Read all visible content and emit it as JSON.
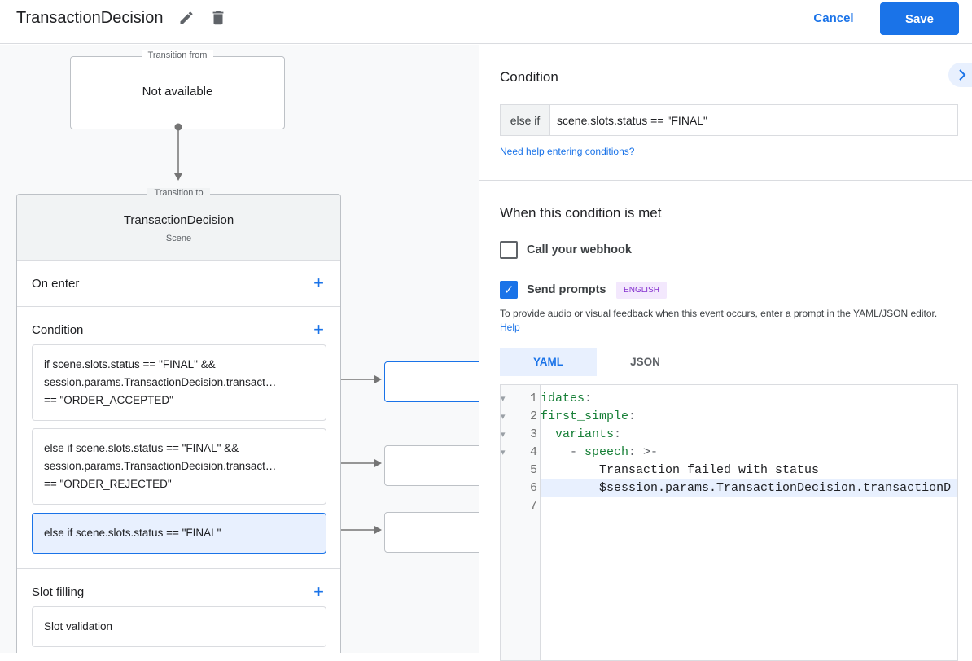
{
  "header": {
    "title": "TransactionDecision",
    "cancel_label": "Cancel",
    "save_label": "Save"
  },
  "canvas": {
    "from": {
      "legend": "Transition from",
      "value": "Not available"
    },
    "to": {
      "legend": "Transition to",
      "scene_name": "TransactionDecision",
      "scene_type": "Scene"
    },
    "on_enter": "On enter",
    "condition": "Condition",
    "conditions": [
      {
        "lines": [
          "if scene.slots.status == \"FINAL\" &&",
          "session.params.TransactionDecision.transact…",
          "== \"ORDER_ACCEPTED\""
        ]
      },
      {
        "lines": [
          "else if scene.slots.status == \"FINAL\" &&",
          "session.params.TransactionDecision.transact…",
          "== \"ORDER_REJECTED\""
        ]
      },
      {
        "lines": [
          "else if scene.slots.status == \"FINAL\""
        ]
      }
    ],
    "slot_filling": "Slot filling",
    "slot_validation": "Slot validation"
  },
  "panel": {
    "condition_title": "Condition",
    "prefix": "else if",
    "condition_value": "scene.slots.status == \"FINAL\"",
    "help_link": "Need help entering conditions?",
    "met_title": "When this condition is met",
    "webhook_label": "Call your webhook",
    "webhook_checked": false,
    "prompts_label": "Send prompts",
    "prompts_checked": true,
    "badge": "ENGLISH",
    "description": "To provide audio or visual feedback when this event occurs, enter a prompt in the YAML/JSON editor.",
    "description_link": "Help",
    "tabs": [
      {
        "label": "YAML",
        "active": true
      },
      {
        "label": "JSON",
        "active": false
      }
    ],
    "code": [
      {
        "n": "1",
        "fold": true,
        "parts": [
          [
            "k",
            "idates"
          ],
          [
            "p",
            ":"
          ]
        ]
      },
      {
        "n": "2",
        "fold": true,
        "parts": [
          [
            "k",
            "first_simple"
          ],
          [
            "p",
            ":"
          ]
        ]
      },
      {
        "n": "3",
        "fold": true,
        "parts": [
          [
            "p",
            "  "
          ],
          [
            "k",
            "variants"
          ],
          [
            "p",
            ":"
          ]
        ]
      },
      {
        "n": "4",
        "fold": true,
        "parts": [
          [
            "p",
            "    - "
          ],
          [
            "k",
            "speech"
          ],
          [
            "p",
            ": >-"
          ]
        ]
      },
      {
        "n": "5",
        "fold": false,
        "parts": [
          [
            "t",
            "        Transaction failed with status"
          ]
        ]
      },
      {
        "n": "6",
        "fold": false,
        "highlight": true,
        "parts": [
          [
            "t",
            "        $session.params.TransactionDecision.transactionD"
          ]
        ]
      },
      {
        "n": "7",
        "fold": false,
        "parts": []
      }
    ]
  }
}
